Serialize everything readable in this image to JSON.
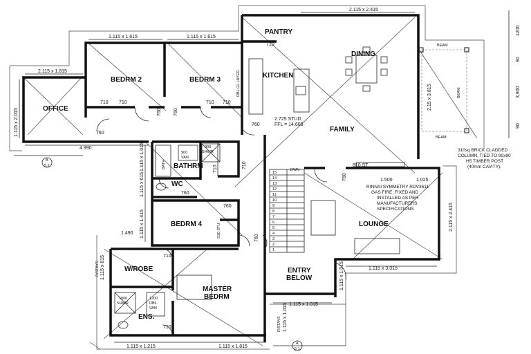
{
  "rooms": {
    "office": "OFFICE",
    "bedrm2": "BEDRM 2",
    "bedrm3": "BEDRM 3",
    "pantry": "PANTRY",
    "kitchen": "KITCHEN",
    "dining": "DINING",
    "family": "FAMILY",
    "bathrm": "BATHRM",
    "wc": "WC",
    "bedrm4": "BEDRM 4",
    "lounge": "LOUNGE",
    "wrobe": "W/ROBE",
    "master1": "MASTER",
    "master2": "BEDRM",
    "ens": "ENS.",
    "entry1": "ENTRY",
    "entry2": "BELOW"
  },
  "dimensions": {
    "office_top": "2.115 x 1.815",
    "bedrm2_top": "1.115 x 1.615",
    "bedrm3_top": "1.115 x 1.615",
    "dining_top": "2.115 x 2.415",
    "office_side": "1.115 x 2.015",
    "office_bottom": "4.990",
    "bath_side": "1.115 x 1.015",
    "wc_side": "1.115 x 615",
    "bed4_side": "1.115 x 1.415",
    "wrobe_dim": "1.490",
    "master_side": "1.115 x 815",
    "lounge_right": "2.115 x 2.415",
    "lounge_bottom": "1.115 x 3.015",
    "family_right": "2.15 x 3.815",
    "lounge_top_a": "1.500",
    "lounge_top_b": "1.025",
    "entry_bottom": "1.115 x 1.015",
    "entry_side": "1.115 x 1.015",
    "entry_side2": "1.115 x 1.015",
    "master_bottom_a": "1.115 x 1.215",
    "master_bottom_b": "1.115 x 1.815",
    "right_1200": "1200",
    "right_90a": "90",
    "right_3900": "3,900",
    "right_90b": "90"
  },
  "doors": {
    "d710_pantry": "710",
    "d710_b2a": "710",
    "d710_b2b": "710",
    "d710_b3a": "710",
    "d710_b3b": "710",
    "d760_a": "760",
    "d760_b": "760",
    "d760_office": "760",
    "d760_kitchen": "760",
    "d760_wc": "760",
    "d760_bed4": "760",
    "d760_fam": "760",
    "d760_stair": "760",
    "d710_bath": "710",
    "d710_bath2": "710",
    "d710_master": "710",
    "d710_ens": "710",
    "d810": "810 ST",
    "dbl_glayer": "DBL GL LAYER",
    "van900": "900",
    "van_label": "VAN",
    "shwr900": "900",
    "shwr_label": "SHWR",
    "bath_label": "BATH",
    "shwr1000": "1000",
    "shwr1000_label": "SHWR",
    "ens_van": "1200",
    "ens_van2": "DBL",
    "ens_van3": "VAN",
    "stud_b4": "S10 STU",
    "dwn": "DWN"
  },
  "notes": {
    "stud_line1": "2.725 STUD",
    "stud_line2": "FFL = 14.605",
    "beam_top": "BEAM",
    "beam_mid": "BEAM",
    "beam_bottom": "BEAM",
    "column_1": "310sq BRICK CLADDED",
    "column_2": "COLUMN, TIED TO 90x90",
    "column_3": "H5 TIMBER POST",
    "column_4": "(40mm CAVITY).",
    "fire_1": "RINNAI SYMMETRY RDV3611",
    "fire_2": "GAS FIRE, FIXED AND",
    "fire_3": "INSTALLED AS PER",
    "fire_4": "MANUFACTURERS",
    "fire_5": "SPECIFICATIONS",
    "rstays_1": "R/STAYS",
    "rstays_2": "R/STAYS",
    "section_b_num": "B",
    "section_b_ref": "5.2",
    "section_a_num": "A",
    "section_a_ref": "5.1"
  },
  "stairs": [
    "15",
    "14",
    "13",
    "12",
    "11",
    "10",
    "9",
    "8",
    "7",
    "6",
    "5",
    "4",
    "3",
    "2",
    "1"
  ]
}
